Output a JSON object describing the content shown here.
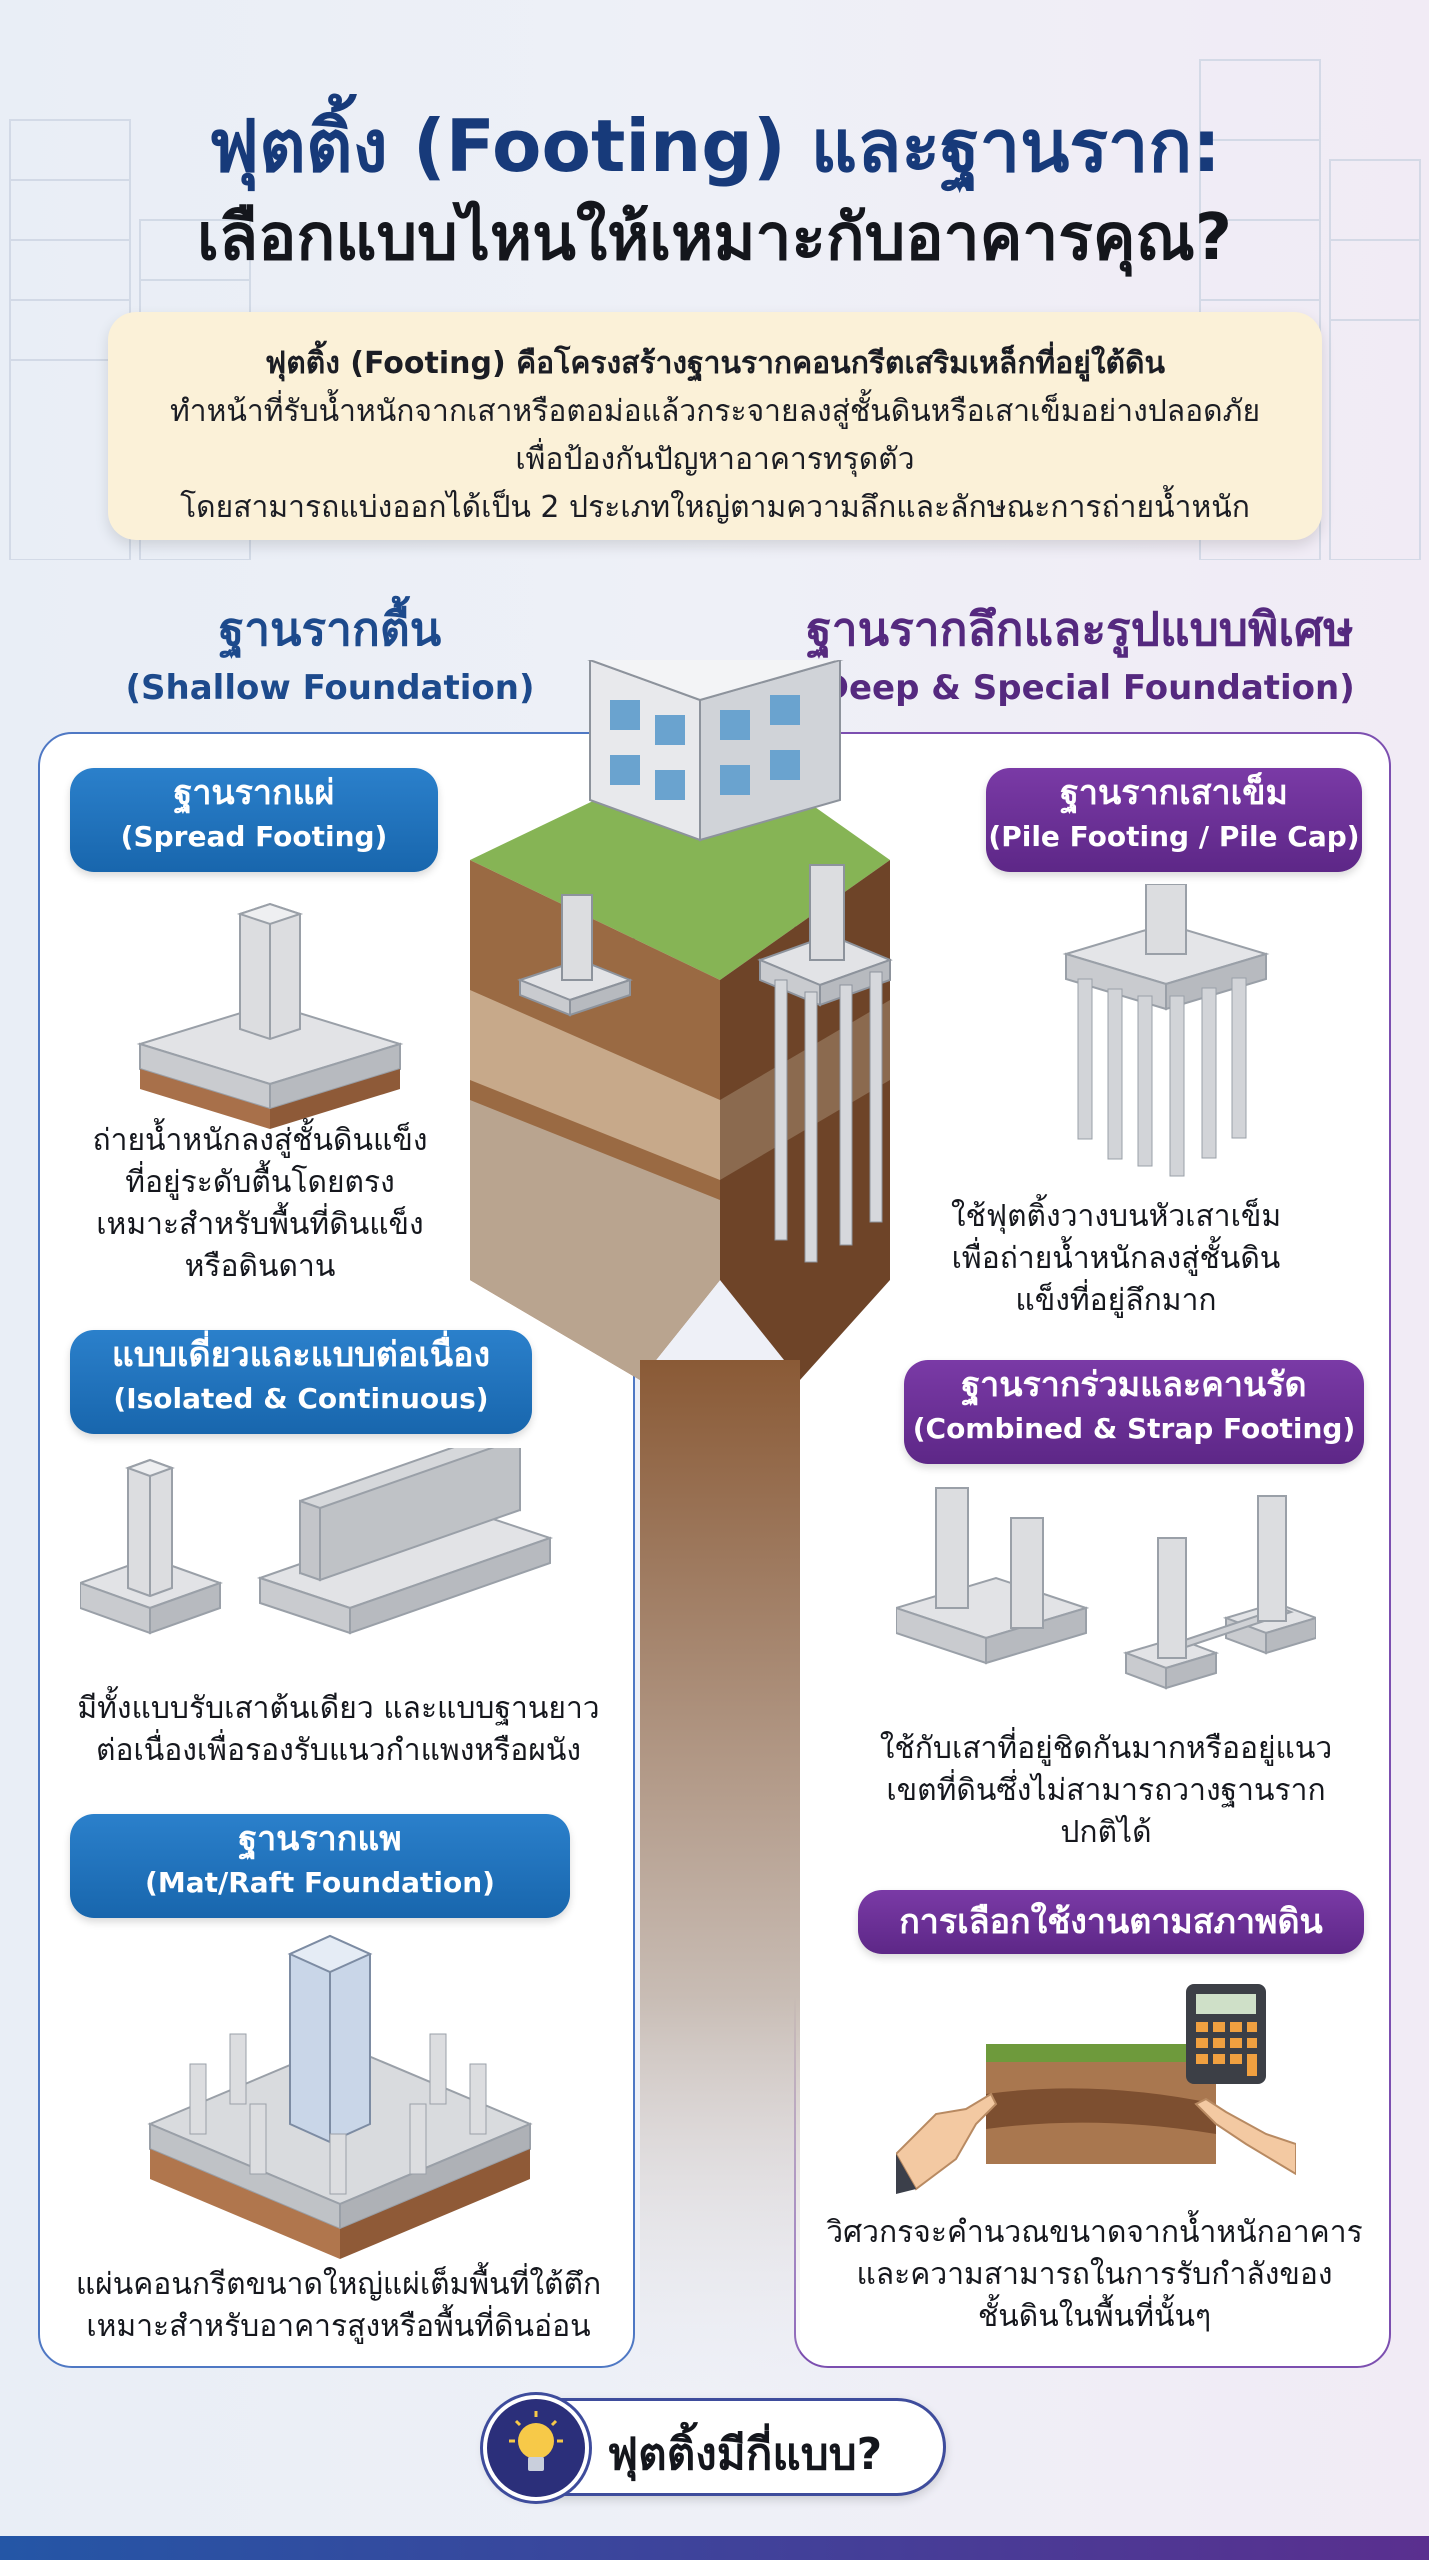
{
  "title": {
    "line1": "ฟุตติ้ง (Footing) และฐานราก:",
    "line2": "เลือกแบบไหนให้เหมาะกับอาคารคุณ?"
  },
  "intro": {
    "line1": "ฟุตติ้ง (Footing) คือโครงสร้างฐานรากคอนกรีตเสริมเหล็กที่อยู่ใต้ดิน",
    "line2": "ทำหน้าที่รับน้ำหนักจากเสาหรือตอม่อแล้วกระจายลงสู่ชั้นดินหรือเสาเข็มอย่างปลอดภัย",
    "line3": "เพื่อป้องกันปัญหาอาคารทรุดตัว",
    "line4": "โดยสามารถแบ่งออกได้เป็น 2 ประเภทใหญ่ตามความลึกและลักษณะการถ่ายน้ำหนัก"
  },
  "shallow": {
    "heading_th": "ฐานรากตื้น",
    "heading_en": "(Shallow Foundation)",
    "spread": {
      "title_th": "ฐานรากแผ่",
      "title_en": "(Spread Footing)",
      "desc": [
        "ถ่ายน้ำหนักลงสู่ชั้นดินแข็ง",
        "ที่อยู่ระดับตื้นโดยตรง",
        "เหมาะสำหรับพื้นที่ดินแข็ง",
        "หรือดินดาน"
      ]
    },
    "isolated": {
      "title_th": "แบบเดี่ยวและแบบต่อเนื่อง",
      "title_en": "(Isolated & Continuous)",
      "desc": [
        "มีทั้งแบบรับเสาต้นเดียว และแบบฐานยาว",
        "ต่อเนื่องเพื่อรองรับแนวกำแพงหรือผนัง"
      ]
    },
    "mat": {
      "title_th": "ฐานรากแพ",
      "title_en": "(Mat/Raft Foundation)",
      "desc": [
        "แผ่นคอนกรีตขนาดใหญ่แผ่เต็มพื้นที่ใต้ตึก",
        "เหมาะสำหรับอาคารสูงหรือพื้นที่ดินอ่อน"
      ]
    }
  },
  "deep": {
    "heading_th": "ฐานรากลึกและรูปแบบพิเศษ",
    "heading_en": "(Deep & Special Foundation)",
    "pile": {
      "title_th": "ฐานรากเสาเข็ม",
      "title_en": "(Pile Footing / Pile Cap)",
      "desc": [
        "ใช้ฟุตติ้งวางบนหัวเสาเข็ม",
        "เพื่อถ่ายน้ำหนักลงสู่ชั้นดิน",
        "แข็งที่อยู่ลึกมาก"
      ]
    },
    "combined": {
      "title_th": "ฐานรากร่วมและคานรัด",
      "title_en": "(Combined & Strap Footing)",
      "desc": [
        "ใช้กับเสาที่อยู่ชิดกันมากหรืออยู่แนว",
        "เขตที่ดินซึ่งไม่สามารถวางฐานราก",
        "ปกติได้"
      ]
    },
    "selection": {
      "title_th": "การเลือกใช้งานตามสภาพดิน",
      "desc": [
        "วิศวกรจะคำนวณขนาดจากน้ำหนักอาคาร",
        "และความสามารถในการรับกำลังของ",
        "ชั้นดินในพื้นที่นั้นๆ"
      ]
    }
  },
  "bottom": {
    "badge": "ฟุตติ้งมีกี่แบบ?"
  },
  "colors": {
    "title_blue": "#173a7a",
    "shallow_blue": "#1d4a8c",
    "deep_purple": "#55297f",
    "intro_bg": "#fbf1d8"
  }
}
